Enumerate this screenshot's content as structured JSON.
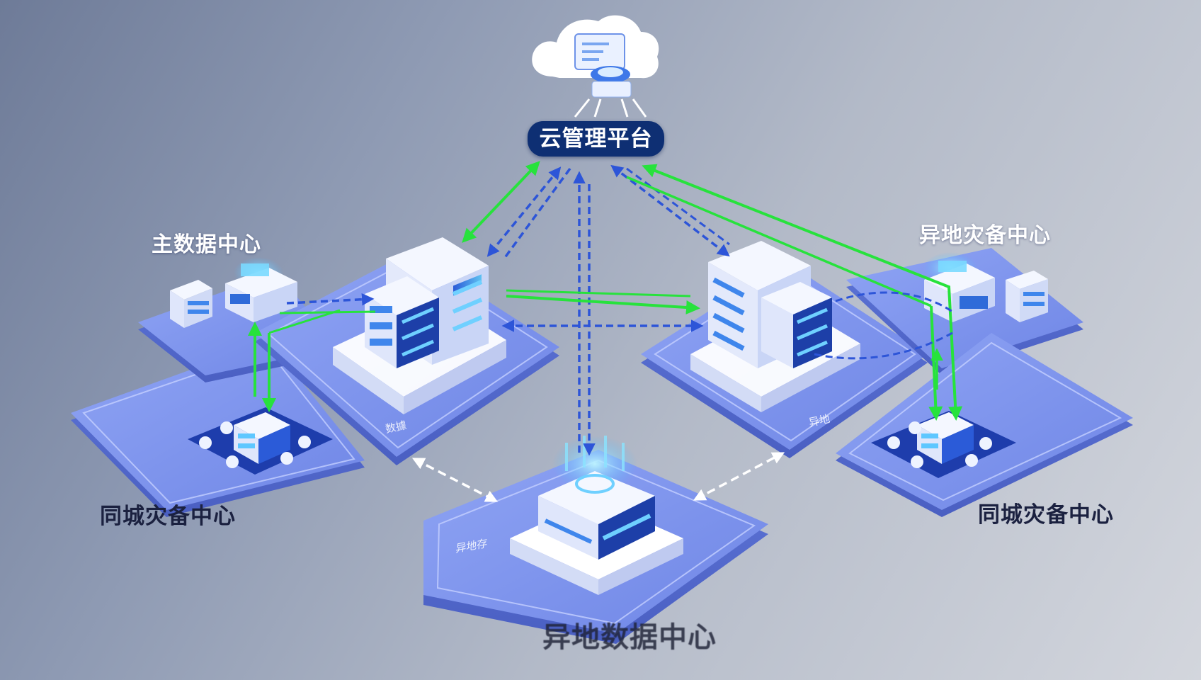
{
  "diagram": {
    "cloud_platform": "云管理平台",
    "primary_dc": "主数据中心",
    "offsite_dr": "异地灾备中心",
    "samecity_dr_left": "同城灾备中心",
    "samecity_dr_right": "同城灾备中心",
    "bottom_center": "异地数据中心",
    "plate_left": "数據",
    "plate_right": "异地",
    "plate_bottom": "异地存"
  },
  "colors": {
    "background": "#8e9ab3",
    "plate_fill": "#7e95ef",
    "platform_label_bg": "#0e2f73",
    "green_arrow": "#27e23c",
    "blue_dashed_arrow": "#2d55d8",
    "white_dashed_arrow": "#ffffff"
  }
}
